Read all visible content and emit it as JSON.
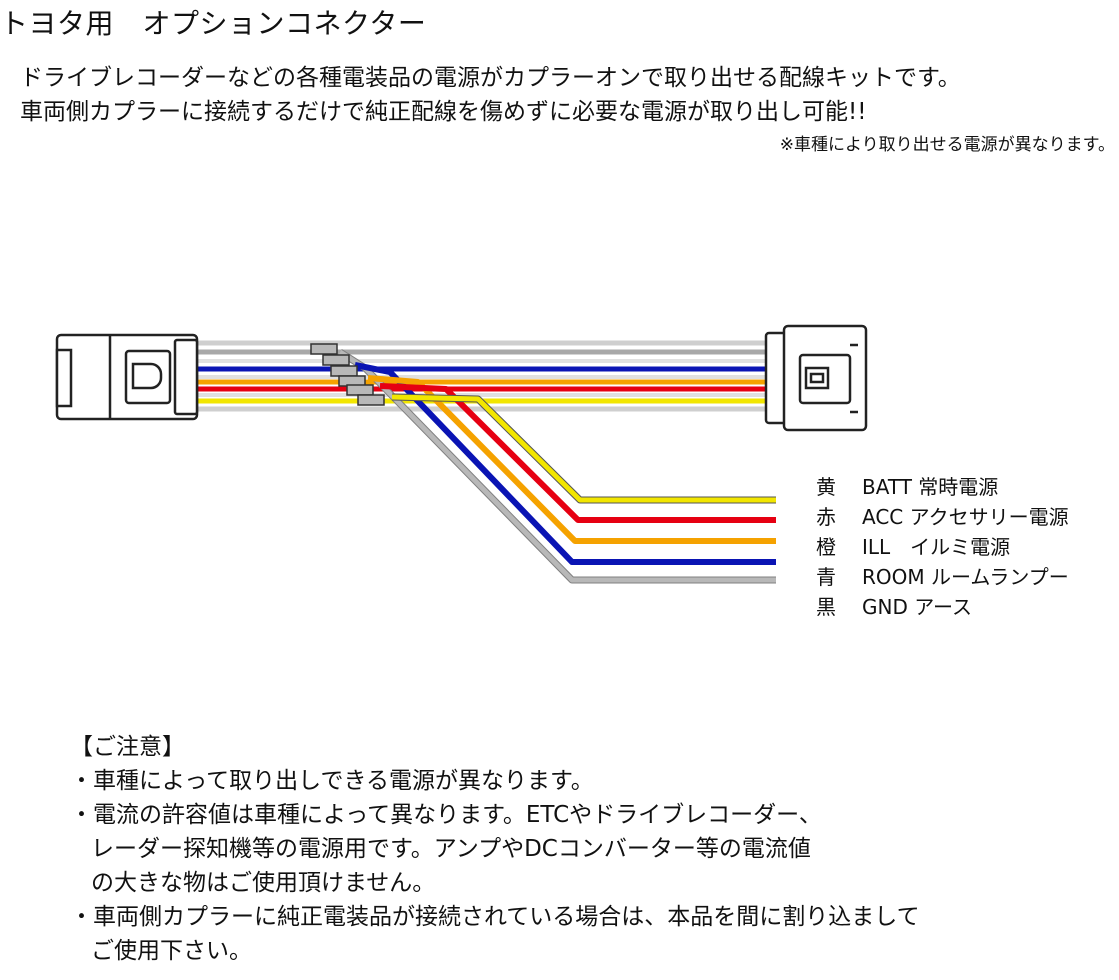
{
  "title": "トヨタ用　オプションコネクター",
  "intro": {
    "line1": "ドライブレコーダーなどの各種電装品の電源がカプラーオンで取り出せる配線キットです。",
    "line2": "車両側カプラーに接続するだけで純正配線を傷めずに必要な電源が取り出し可能!!",
    "note": "※車種により取り出せる電源が異なります。"
  },
  "colors": {
    "yellow": "#f2e600",
    "red": "#e60012",
    "orange": "#f5a200",
    "blue": "#0a14b4",
    "gray": "#a8a8a8",
    "white": "#e8e8e8"
  },
  "legend": [
    {
      "color_name": "黄",
      "desc": "BATT 常時電源",
      "wire": "yellow"
    },
    {
      "color_name": "赤",
      "desc": "ACC アクセサリー電源",
      "wire": "red"
    },
    {
      "color_name": "橙",
      "desc": "ILL　イルミ電源",
      "wire": "orange"
    },
    {
      "color_name": "青",
      "desc": "ROOM ルームランプー",
      "wire": "blue"
    },
    {
      "color_name": "黒",
      "desc": "GND アース",
      "wire": "gray"
    }
  ],
  "icons": {
    "left_connector": "male-connector-icon",
    "right_connector": "female-connector-icon"
  },
  "notes": {
    "heading": "【ご注意】",
    "items": [
      [
        "・車種によって取り出しできる電源が異なります。"
      ],
      [
        "・電流の許容値は車種によって異なります。ETCやドライブレコーダー、",
        "レーダー探知機等の電源用です。アンプやDCコンバーター等の電流値",
        "の大きな物はご使用頂けません。"
      ],
      [
        "・車両側カプラーに純正電装品が接続されている場合は、本品を間に割り込まして",
        "ご使用下さい。"
      ]
    ]
  }
}
